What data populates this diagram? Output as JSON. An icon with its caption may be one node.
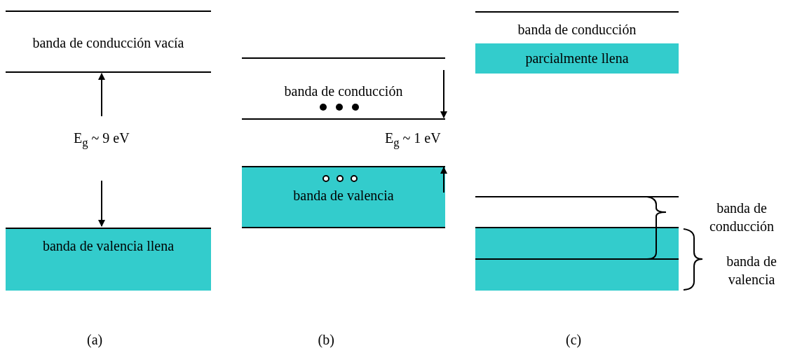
{
  "diagram": {
    "nodes": [
      {
        "text": [
          "banda de conducción vacía"
        ]
      },
      {
        "text": [
          "banda de valencia llena"
        ]
      },
      {
        "text": [
          "banda de conducción"
        ]
      },
      {
        "text": [
          "banda de valencia"
        ]
      },
      {
        "text": [
          "banda de conducción",
          "parcialmente llena"
        ]
      }
    ],
    "edges": [],
    "labels": [
      "E$_{g}$ ~ 9 eV",
      "E$_{g}$ ~ 1 eV",
      "banda de conducción",
      "banda de valencia",
      "(a)",
      "(b)",
      "(c)"
    ]
  }
}
